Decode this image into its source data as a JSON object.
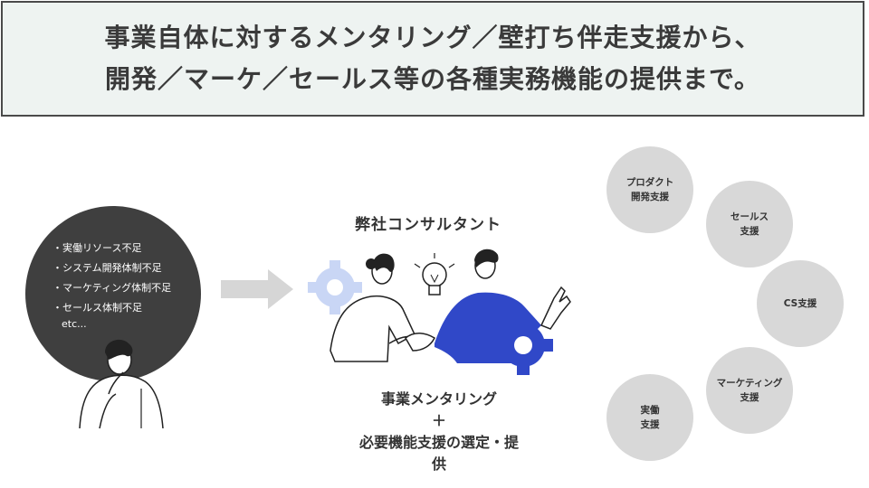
{
  "header": {
    "line1": "事業自体に対するメンタリング／壁打ち伴走支援から、",
    "line2": "開発／マーケ／セールス等の各種実務機能の提供まで。"
  },
  "problems": {
    "items": [
      "・実働リソース不足",
      "・システム開発体制不足",
      "・マーケティング体制不足",
      "・セールス体制不足"
    ],
    "etc": "etc..."
  },
  "company": {
    "name": "弊社コンサルタント"
  },
  "caption": {
    "line1": "事業メンタリング",
    "plus": "＋",
    "line2": "必要機能支援の選定・提",
    "line3": "供"
  },
  "services": [
    {
      "line1": "プロダクト",
      "line2": "開発支援"
    },
    {
      "line1": "セールス",
      "line2": "支援"
    },
    {
      "line1": "CS支援",
      "line2": ""
    },
    {
      "line1": "マーケティング",
      "line2": "支援"
    },
    {
      "line1": "実働",
      "line2": "支援"
    }
  ],
  "colors": {
    "header_bg": "#eef3f1",
    "bubble": "#3f3f3f",
    "accent_blue": "#3048c8",
    "gear_light": "#c9d6f5",
    "circle": "#d8d8d8",
    "arrow": "#d6d6d6"
  }
}
